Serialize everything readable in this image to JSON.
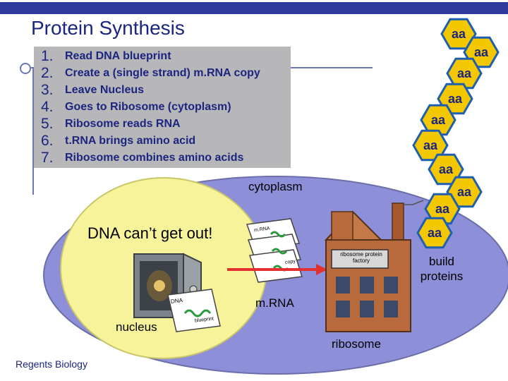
{
  "title": "Protein Synthesis",
  "steps": [
    {
      "num": "1.",
      "text": "Read DNA blueprint"
    },
    {
      "num": "2.",
      "text": "Create a (single strand) m.RNA copy"
    },
    {
      "num": "3.",
      "text": "Leave Nucleus"
    },
    {
      "num": "4.",
      "text": "Goes to Ribosome (cytoplasm)"
    },
    {
      "num": "5.",
      "text": "Ribosome reads RNA"
    },
    {
      "num": "6.",
      "text": "t.RNA brings amino acid"
    },
    {
      "num": "7.",
      "text": "Ribosome combines amino acids"
    }
  ],
  "labels": {
    "cytoplasm": "cytoplasm",
    "dna_cant": "DNA can’t get out!",
    "build": "build",
    "proteins": "proteins",
    "mrna": "m.RNA",
    "nucleus": "nucleus",
    "ribosome": "ribosome",
    "sign": "ribosome protein factory",
    "paper_mrna": "m.RNA",
    "paper_dna": "DNA",
    "paper_blueprint": "blueprint",
    "paper_copy": "copy"
  },
  "amino_acid_label": "aa",
  "footer": "Regents Biology",
  "colors": {
    "title": "#1c2580",
    "steps_bg": "#b7b7ba",
    "cell": "#8d8fd8",
    "nucleus": "#f6f39a",
    "hex": "#f3c800",
    "hex_border": "#1f5fb0",
    "arrow": "#e23030"
  }
}
